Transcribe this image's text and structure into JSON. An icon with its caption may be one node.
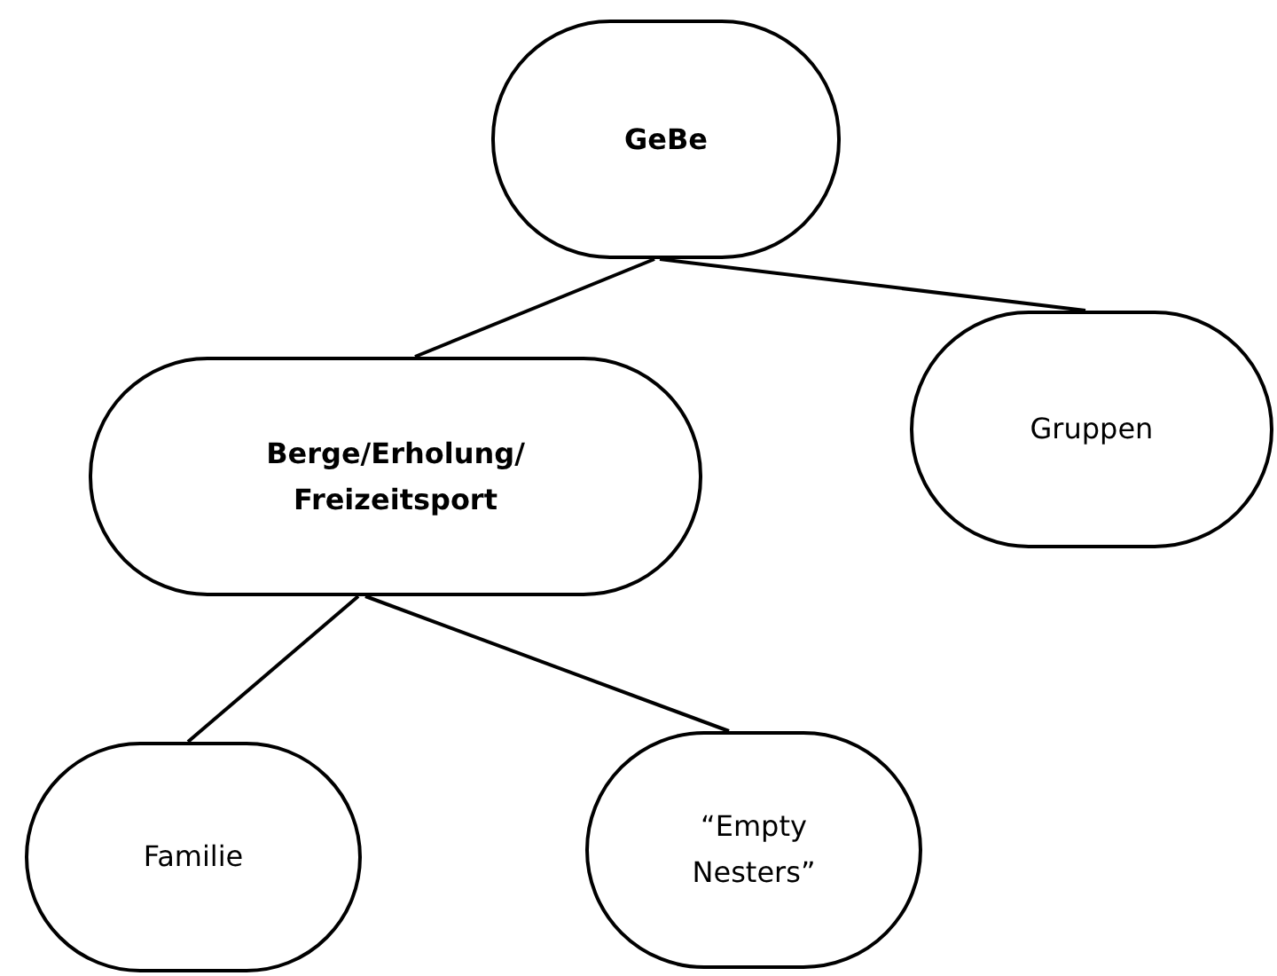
{
  "diagram": {
    "nodes": [
      {
        "text": [
          "GeBe"
        ]
      },
      {
        "text": [
          "Berge/Erholung/ Freizeitsport"
        ]
      },
      {
        "text": [
          "Gruppen"
        ]
      },
      {
        "text": [
          "Familie"
        ]
      },
      {
        "text": [
          "“Empty Nesters”"
        ]
      }
    ],
    "edges": [
      {
        "from": 0,
        "to": 1,
        "arrow": "none"
      },
      {
        "from": 0,
        "to": 2,
        "arrow": "none"
      },
      {
        "from": 1,
        "to": 3,
        "arrow": "none"
      },
      {
        "from": 1,
        "to": 4,
        "arrow": "none"
      }
    ]
  }
}
